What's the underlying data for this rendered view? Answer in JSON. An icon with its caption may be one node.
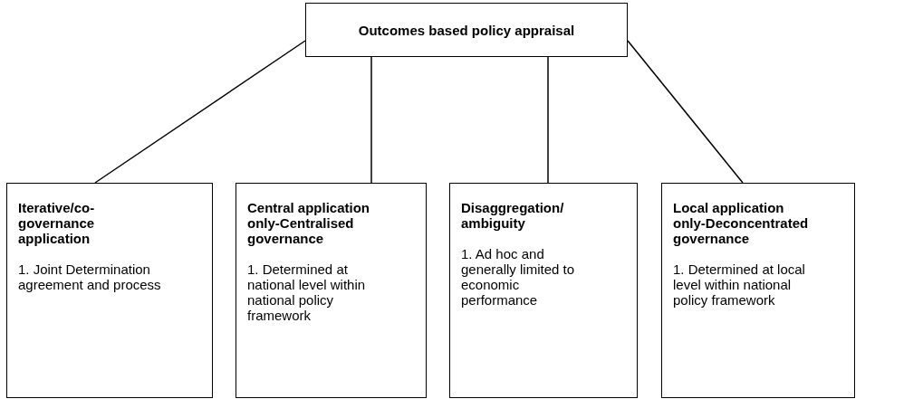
{
  "diagram": {
    "nodes": [
      {
        "text": [
          "Outcomes based policy appraisal"
        ]
      },
      {
        "text": [
          "Iterative/co-governance application",
          "1. Joint Determination agreement and process"
        ]
      },
      {
        "text": [
          "Central application only-Centralised governance",
          "1. Determined at national level within national policy framework"
        ]
      },
      {
        "text": [
          "Disaggregation/ ambiguity",
          "1. Ad hoc and generally limited to economic performance"
        ]
      },
      {
        "text": [
          "Local application only-Deconcentrated governance",
          "1. Determined at local level within national policy framework"
        ]
      }
    ],
    "edges": [
      {
        "from": 0,
        "to": 1,
        "arrow": "none"
      },
      {
        "from": 0,
        "to": 2,
        "arrow": "none"
      },
      {
        "from": 0,
        "to": 3,
        "arrow": "none"
      },
      {
        "from": 0,
        "to": 4,
        "arrow": "none"
      }
    ]
  }
}
